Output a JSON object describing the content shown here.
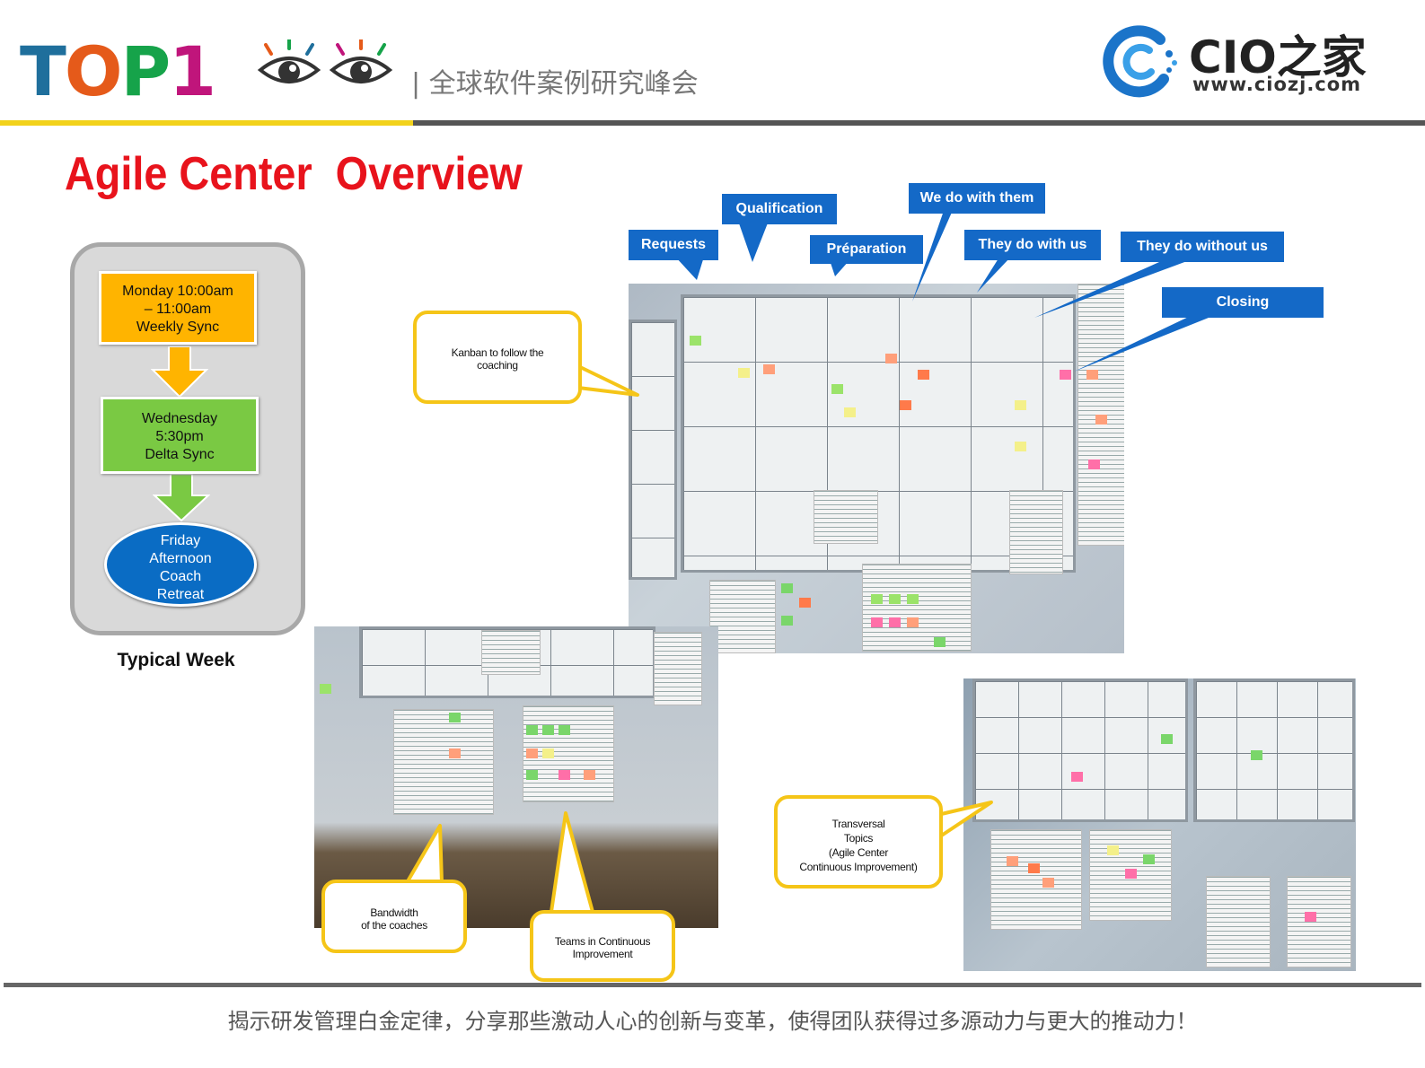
{
  "header": {
    "logo_text": "TOP1",
    "subtitle": "| 全球软件案例研究峰会",
    "partner_name": "CIO之家",
    "partner_url": "www.ciozj.com"
  },
  "title": "Agile Center  Overview",
  "typical_week": {
    "steps": [
      {
        "lines": [
          "Monday  10:00am",
          "– 11:00am",
          "Weekly Sync"
        ],
        "color": "#ffb400"
      },
      {
        "lines": [
          "Wednesday",
          "5:30pm",
          "Delta Sync"
        ],
        "color": "#7ac943"
      },
      {
        "lines": [
          "Friday",
          "Afternoon",
          "Coach",
          "Retreat"
        ],
        "color": "#0a6cc4"
      }
    ],
    "label": "Typical Week"
  },
  "board_columns": [
    "Requests",
    "Qualification",
    "Préparation",
    "We do with them",
    "They do with us",
    "They do without us",
    "Closing"
  ],
  "callouts": {
    "kanban": [
      "Kanban to follow the",
      "coaching"
    ],
    "bandwidth": [
      "Bandwidth",
      "of the coaches"
    ],
    "teams": [
      "Teams in Continuous",
      "Improvement"
    ],
    "transversal": [
      "Transversal",
      "Topics",
      "(Agile Center",
      "Continuous Improvement)"
    ]
  },
  "footer": "揭示研发管理白金定律，分享那些激动人心的创新与变革，使得团队获得过多源动力与更大的推动力！",
  "colors": {
    "title": "#e8131c",
    "tag": "#1469c7",
    "callout_border": "#f5c518",
    "rule_yellow": "#f2d21b",
    "rule_gray": "#555555"
  }
}
